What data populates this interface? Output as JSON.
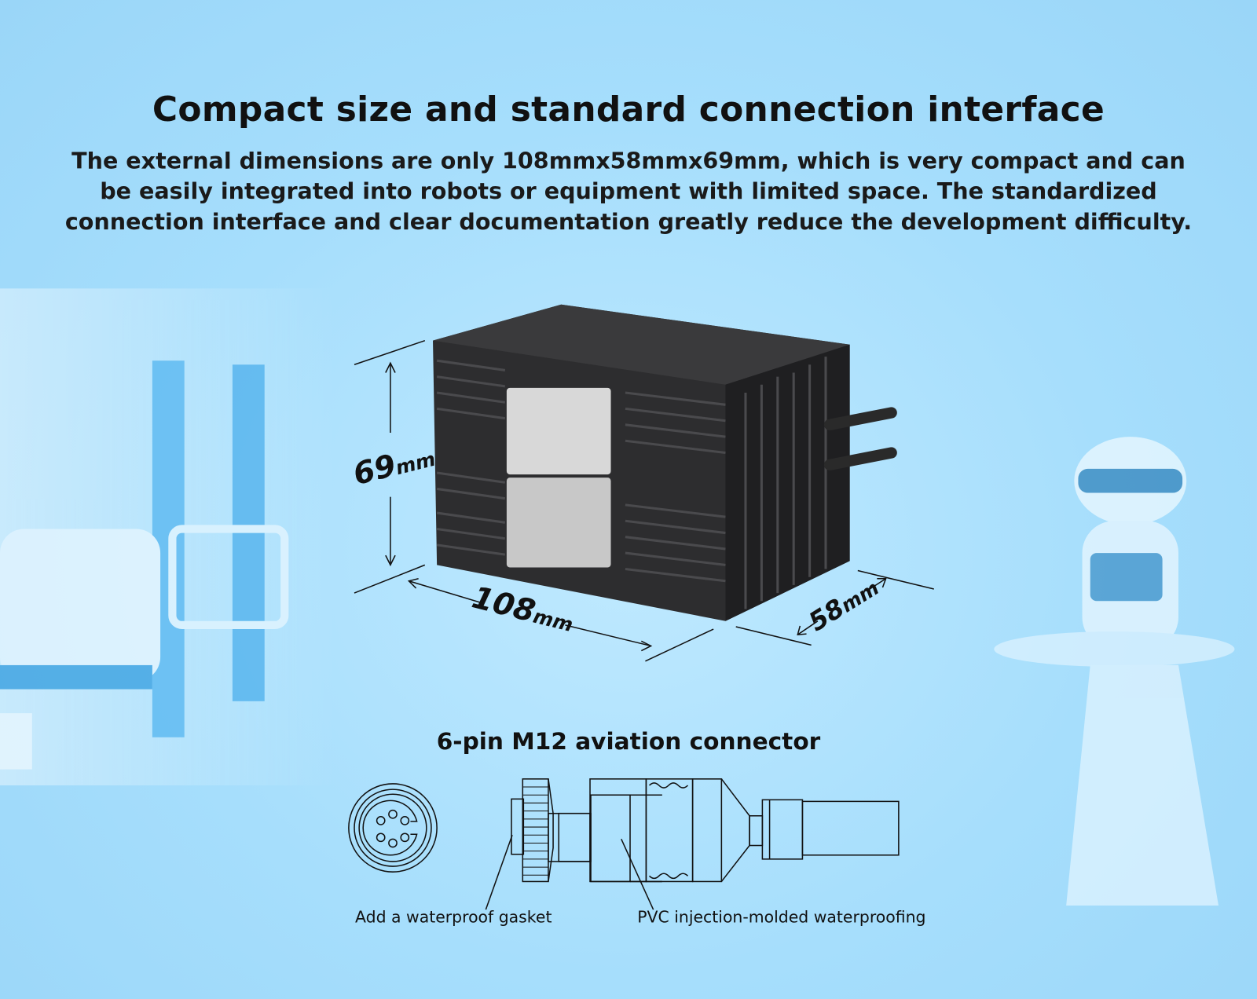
{
  "title": "Compact size and standard connection interface",
  "description": "The external dimensions are only 108mmx58mmx69mm, which is very compact and can be easily integrated into robots or equipment with limited space. The standardized connection interface and clear documentation greatly reduce the development difficulty.",
  "dimensions": {
    "height": {
      "value": "69",
      "unit": "mm"
    },
    "length": {
      "value": "108",
      "unit": "mm"
    },
    "width": {
      "value": "58",
      "unit": "mm"
    }
  },
  "connector": {
    "title": "6-pin M12 aviation connector",
    "label_gasket": "Add a waterproof gasket",
    "label_pvc": "PVC injection-molded waterproofing"
  }
}
